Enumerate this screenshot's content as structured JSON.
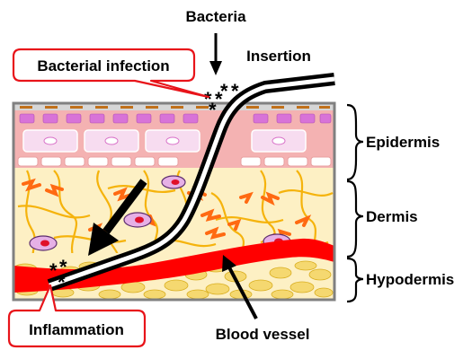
{
  "labels": {
    "bacteria": "Bacteria",
    "insertion": "Insertion",
    "bacterial_infection": "Bacterial infection",
    "epidermis": "Epidermis",
    "dermis": "Dermis",
    "hypodermis": "Hypodermis",
    "inflammation": "Inflammation",
    "blood_vessel": "Blood vessel"
  },
  "symbols": {
    "bacteria_marker": "*"
  },
  "colors": {
    "callout_border": "#e8141a",
    "epidermis_fill": "#f4b2b2",
    "dermis_fill": "#fdf0c4",
    "hypodermis_fill": "#f5d870",
    "blood_vessel": "#ff0000",
    "fiber": "#f5b30c",
    "collagen": "#ff6a12",
    "cell_fill": "#e6b0e6",
    "nucleus": "#e0102a"
  },
  "icons": [
    "insertion-needle-icon",
    "direction-arrow-icon"
  ]
}
